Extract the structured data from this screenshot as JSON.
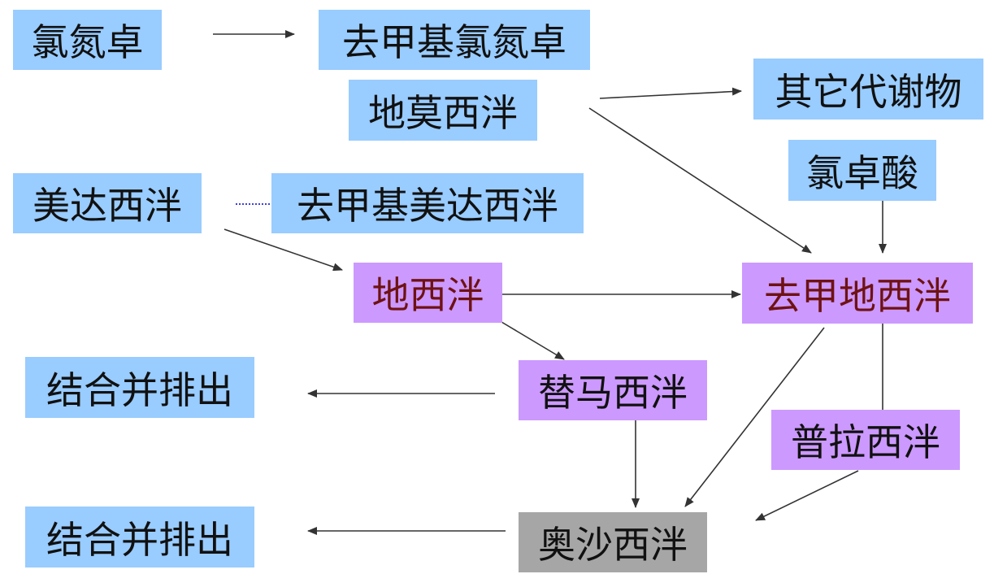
{
  "nodes": {
    "chlordiazepoxide": "氯氮卓",
    "desmethyl_chlordiazepoxide": "去甲基氯氮卓",
    "diazepam": "地莫西泮",
    "other_metabolites": "其它代谢物",
    "clorazepic_acid": "氯卓酸",
    "medazepam": "美达西泮",
    "desmethyl_medazepam": "去甲基美达西泮",
    "diazepam_center": "地西泮",
    "nordazepam": "去甲地西泮",
    "conjugate_excretion_1": "结合并排出",
    "temazepam": "替马西泮",
    "prazepam": "普拉西泮",
    "conjugate_excretion_2": "结合并排出",
    "oxazepam": "奥沙西泮"
  },
  "colors": {
    "blue_box": "#99ccff",
    "purple_box": "#cc99ff",
    "gray_box": "#a6a6a6",
    "dark_red_text": "#6e1212",
    "arrow": "#333333",
    "dotted_arrow": "#0000cc"
  },
  "edges": [
    {
      "from": "chlordiazepoxide",
      "to": "desmethyl_chlordiazepoxide",
      "style": "solid"
    },
    {
      "from": "diazepam",
      "to": "other_metabolites",
      "style": "solid"
    },
    {
      "from": "diazepam",
      "to": "nordazepam",
      "style": "solid"
    },
    {
      "from": "clorazepic_acid",
      "to": "nordazepam",
      "style": "solid"
    },
    {
      "from": "medazepam",
      "to": "desmethyl_medazepam",
      "style": "dotted"
    },
    {
      "from": "medazepam",
      "to": "diazepam_center",
      "style": "solid"
    },
    {
      "from": "diazepam_center",
      "to": "nordazepam",
      "style": "solid"
    },
    {
      "from": "diazepam_center",
      "to": "temazepam",
      "style": "solid"
    },
    {
      "from": "temazepam",
      "to": "conjugate_excretion_1",
      "style": "solid"
    },
    {
      "from": "temazepam",
      "to": "oxazepam",
      "style": "solid"
    },
    {
      "from": "nordazepam",
      "to": "oxazepam",
      "style": "solid"
    },
    {
      "from": "nordazepam",
      "to": "prazepam",
      "style": "line"
    },
    {
      "from": "prazepam",
      "to": "oxazepam",
      "style": "solid"
    },
    {
      "from": "oxazepam",
      "to": "conjugate_excretion_2",
      "style": "solid"
    }
  ]
}
